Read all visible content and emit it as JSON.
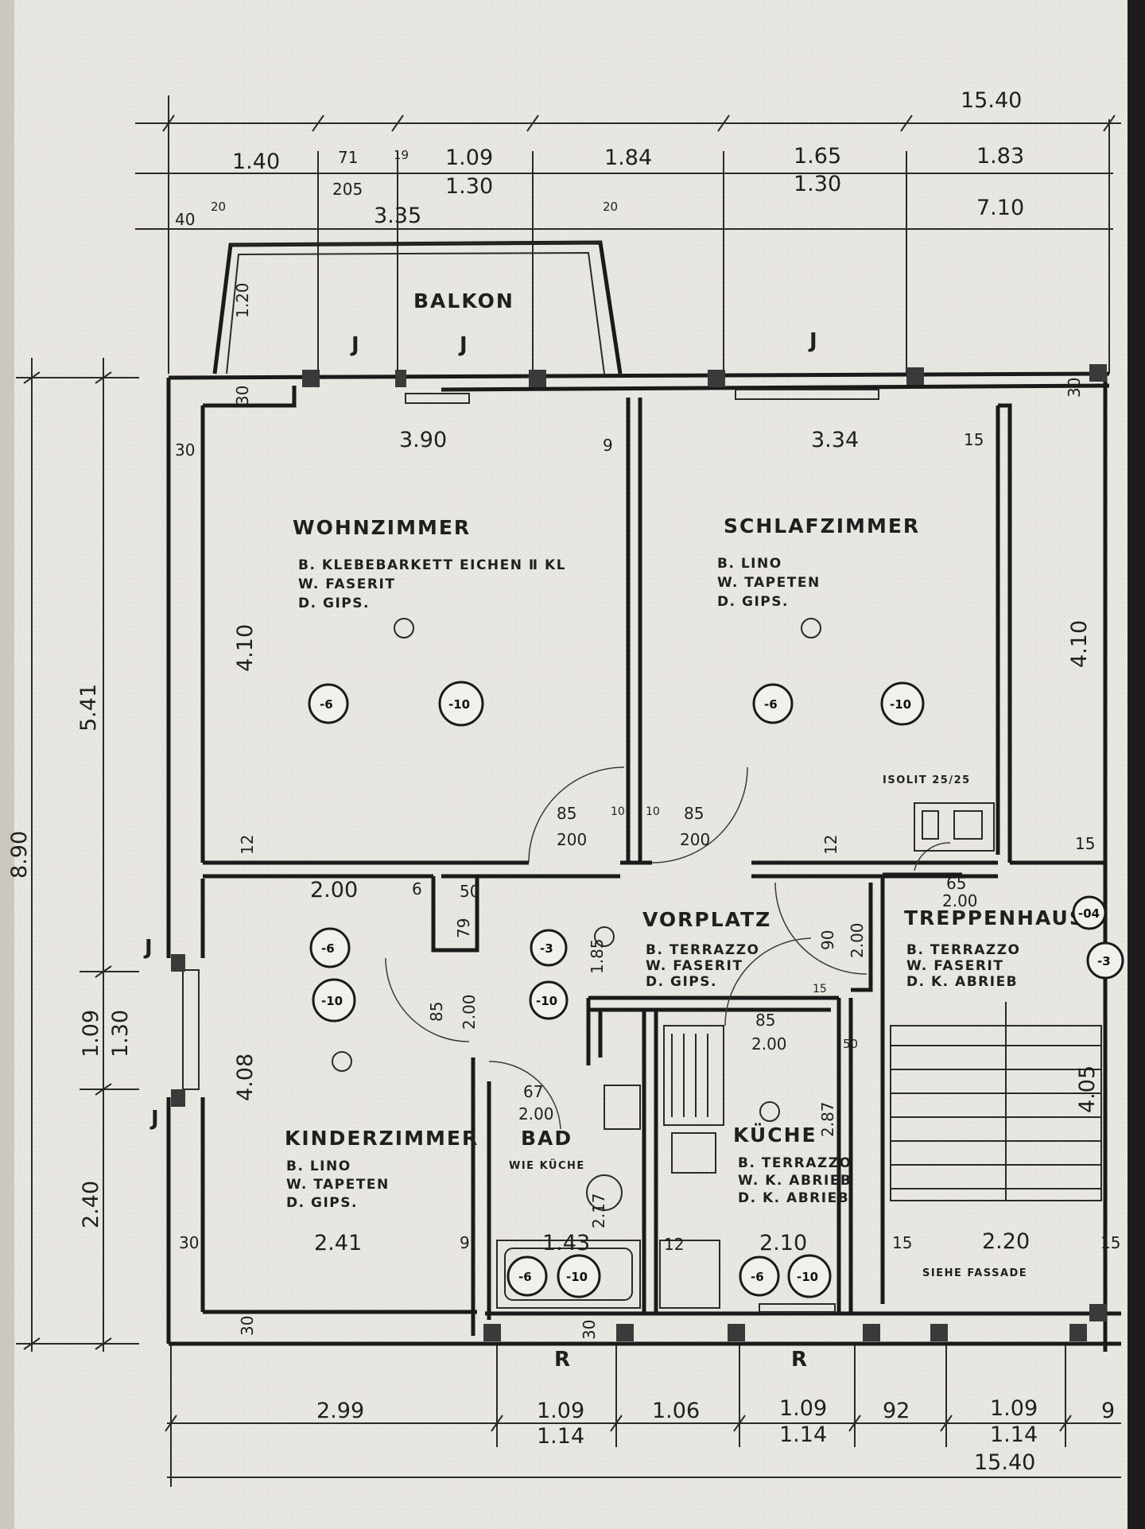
{
  "colors": {
    "paper": "#e9e7e1",
    "ink": "#1a1a1a"
  },
  "rooms": {
    "balkon": "BALKON",
    "wohnzimmer": {
      "name": "WOHNZIMMER",
      "floor": "B. KLEBEBARKETT EICHEN Ⅱ KL",
      "wall": "W. FASERIT",
      "ceiling": "D. GIPS."
    },
    "schlafzimmer": {
      "name": "SCHLAFZIMMER",
      "floor": "B. LINO",
      "wall": "W. TAPETEN",
      "ceiling": "D. GIPS."
    },
    "kinderzimmer": {
      "name": "KINDERZIMMER",
      "floor": "B. LINO",
      "wall": "W. TAPETEN",
      "ceiling": "D. GIPS."
    },
    "vorplatz": {
      "name": "VORPLATZ",
      "floor": "B. TERRAZZO",
      "wall": "W. FASERIT",
      "ceiling": "D. GIPS."
    },
    "bad": {
      "name": "BAD",
      "note": "WIE KÜCHE"
    },
    "kueche": {
      "name": "KÜCHE",
      "floor": "B. TERRAZZO",
      "wall": "W. K. ABRIEB",
      "ceiling": "D. K. ABRIEB"
    },
    "treppenhaus": {
      "name": "TREPPENHAUS",
      "floor": "B. TERRAZZO",
      "wall": "W. FASERIT",
      "ceiling": "D. K. ABRIEB"
    }
  },
  "notes": {
    "isolit": "ISOLIT 25/25",
    "fassade": "SIEHE FASSADE"
  },
  "markers": {
    "window_j": "J",
    "window_r": "R"
  },
  "symbols": {
    "m6": "-6",
    "m10": "-10",
    "m3": "-3",
    "m04": "-04"
  },
  "dims": {
    "overall_top": "15.40",
    "overall_bottom": "15.40",
    "top1": "1.40",
    "top2": "71",
    "top2b": "205",
    "top3": "19",
    "top4": "1.09",
    "top4b": "1.30",
    "top5": "1.84",
    "top6": "1.65",
    "top6b": "1.30",
    "top7": "1.83",
    "bal_a": "40",
    "bal_b": "20",
    "bal_c": "3.35",
    "bal_d": "20",
    "bal_e": "7.10",
    "bal_depth": "1.20",
    "left_total": "8.90",
    "left_upper": "5.41",
    "left_win_a": "1.09",
    "left_win_b": "1.30",
    "left_lower": "2.40",
    "wz_width": "3.90",
    "wz_height": "4.10",
    "sz_width": "3.34",
    "sz_height": "4.10",
    "sz_right": "15",
    "wall30_a": "30",
    "wall30_b": "30",
    "wall30_c": "30",
    "wall30_d": "30",
    "wall30_e": "30",
    "wall30_f": "30",
    "wall9_a": "9",
    "wall9_b": "9",
    "wall12_a": "12",
    "wall12_b": "12",
    "wall12_c": "12",
    "wall15_a": "15",
    "wall15_b": "15",
    "wall15_c": "15",
    "wall10_a": "10",
    "wall10_b": "10",
    "door_w_a": "85",
    "door_h_a": "200",
    "door_w_b": "85",
    "door_h_b": "200",
    "kz_top": "2.00",
    "kz_6": "6",
    "kz_50": "50",
    "kz_79": "79",
    "kz_height": "4.08",
    "kz_width": "2.41",
    "door_kz_w": "85",
    "door_kz_h": "2.00",
    "vp_185": "1.85",
    "bad_door_w": "67",
    "bad_door_h": "2.00",
    "bad_217": "2.17",
    "bad_width": "1.43",
    "ku_door_w": "85",
    "ku_door_h": "2.00",
    "ku_287": "2.87",
    "ku_width": "2.10",
    "ku_50": "50",
    "ku_15": "15",
    "tr_door_w": "65",
    "tr_door_h": "2.00",
    "tr_90": "90",
    "tr_200": "2.00",
    "tr_height": "4.05",
    "tr_width": "2.20",
    "bot1": "2.99",
    "bot2": "1.09",
    "bot2b": "1.14",
    "bot3": "1.06",
    "bot4": "1.09",
    "bot4b": "1.14",
    "bot5": "92",
    "bot6": "1.09",
    "bot6b": "1.14",
    "bot7": "9"
  }
}
